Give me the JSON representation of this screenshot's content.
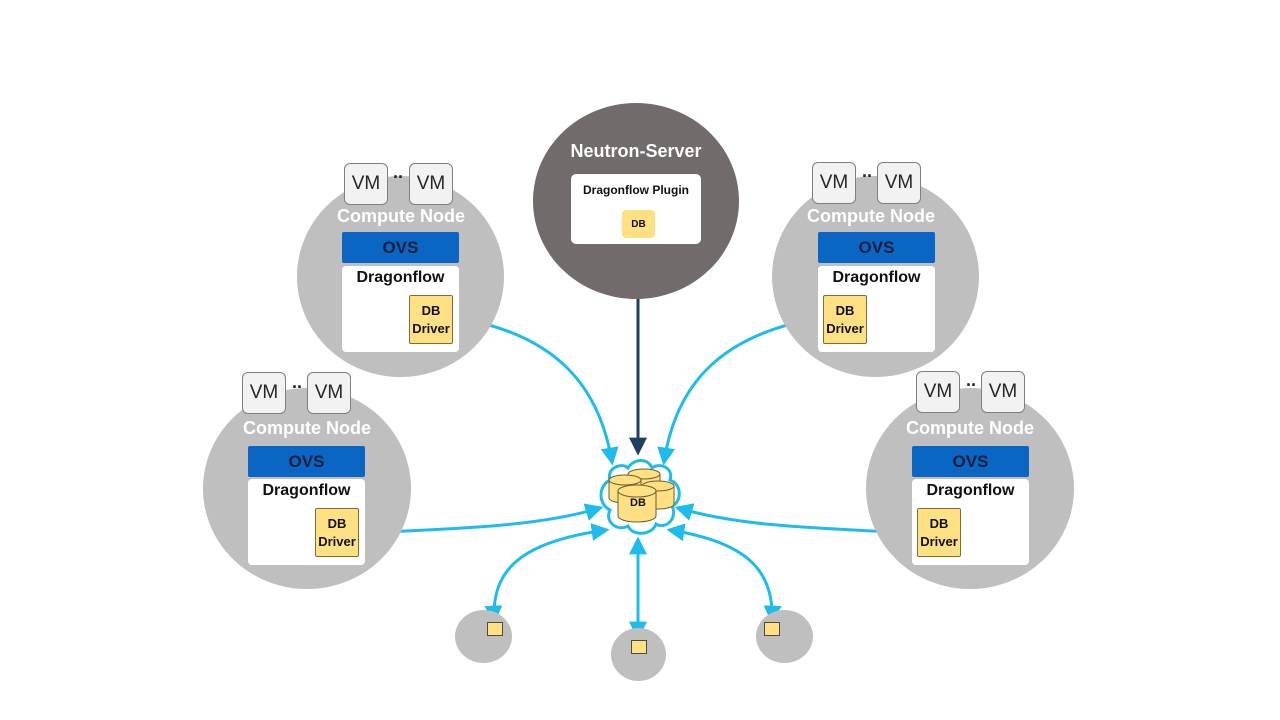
{
  "server": {
    "title": "Neutron-Server",
    "plugin_label": "Dragonflow Plugin",
    "db_label": "DB"
  },
  "nodes": [
    {
      "vm1": "VM",
      "dots": "..",
      "vm2": "VM",
      "title": "Compute Node",
      "ovs": "OVS",
      "dragonflow": "Dragonflow",
      "driver_line1": "DB",
      "driver_line2": "Driver"
    },
    {
      "vm1": "VM",
      "dots": "..",
      "vm2": "VM",
      "title": "Compute Node",
      "ovs": "OVS",
      "dragonflow": "Dragonflow",
      "driver_line1": "DB",
      "driver_line2": "Driver"
    },
    {
      "vm1": "VM",
      "dots": "..",
      "vm2": "VM",
      "title": "Compute Node",
      "ovs": "OVS",
      "dragonflow": "Dragonflow",
      "driver_line1": "DB",
      "driver_line2": "Driver"
    },
    {
      "vm1": "VM",
      "dots": "..",
      "vm2": "VM",
      "title": "Compute Node",
      "ovs": "OVS",
      "dragonflow": "Dragonflow",
      "driver_line1": "DB",
      "driver_line2": "Driver"
    }
  ],
  "db_cluster": {
    "label": "DB"
  },
  "colors": {
    "node_fill": "#bfbfbf",
    "server_fill": "#716b6b",
    "ovs_fill": "#0a66c2",
    "db_fill": "#ffe083",
    "link_color": "#1ebcec",
    "server_link_color": "#1f3f60"
  }
}
